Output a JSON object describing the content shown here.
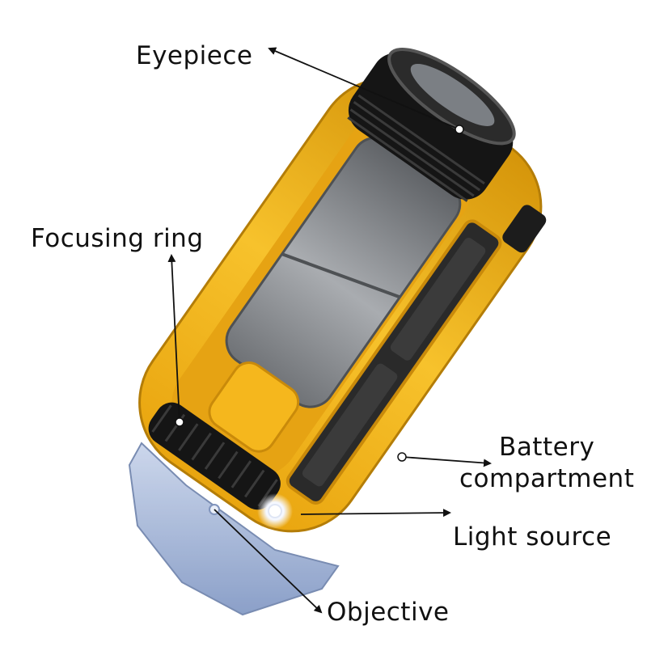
{
  "labels": {
    "eyepiece": "Eyepiece",
    "focusing_ring": "Focusing ring",
    "battery_line1": "Battery",
    "battery_line2": "compartment",
    "light_source": "Light source",
    "objective": "Objective"
  },
  "colors": {
    "housing_yellow": "#f2b21a",
    "housing_dark_yellow": "#c98a0a",
    "rubber_black": "#151515",
    "tube_gray": "#8d9094",
    "base_blue": "#9fb3d6"
  }
}
